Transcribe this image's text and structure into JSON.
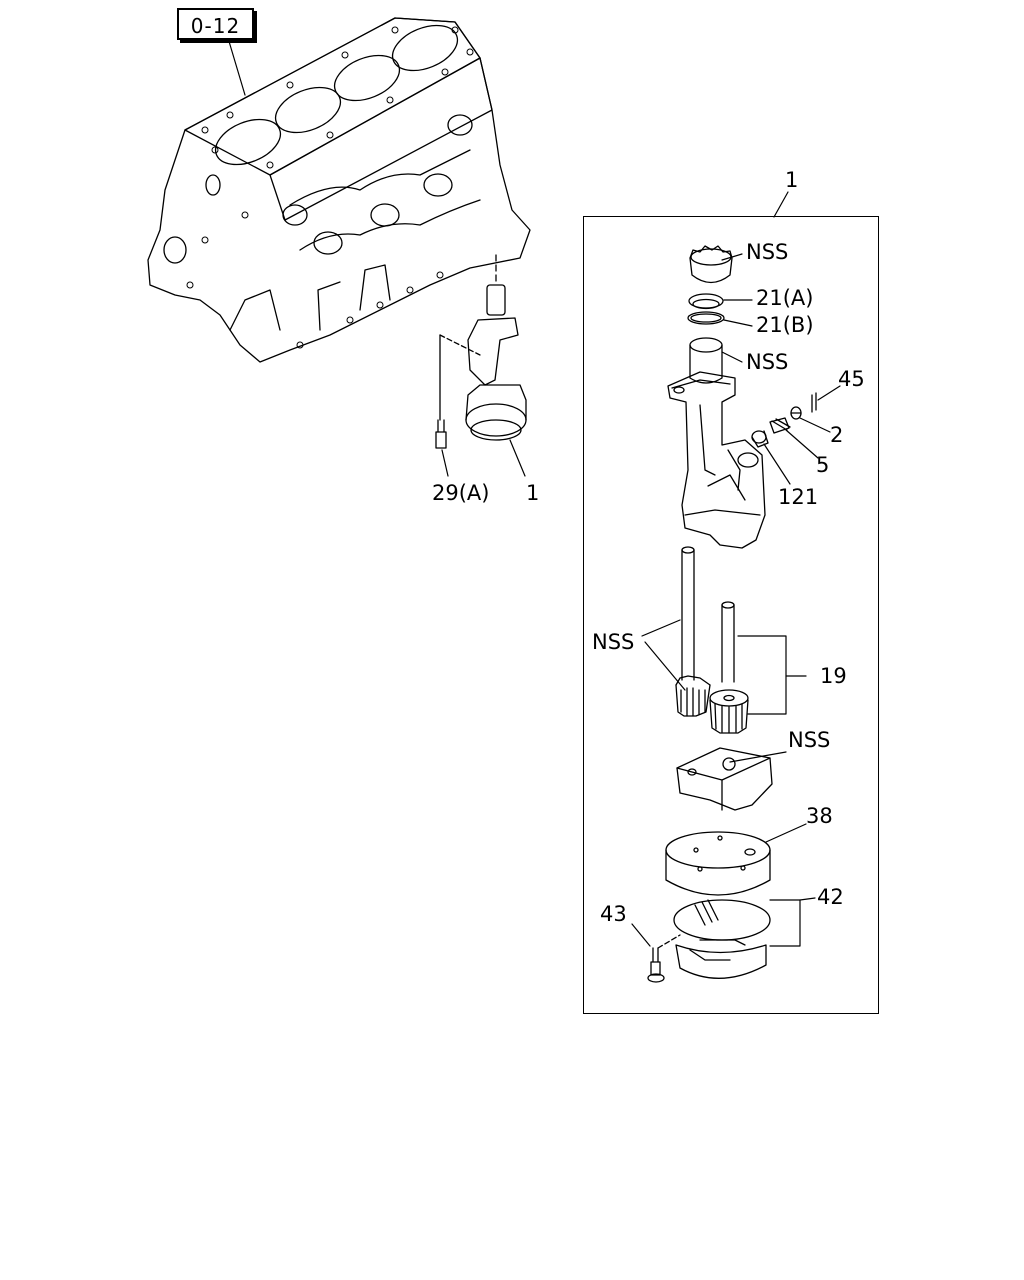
{
  "reference": {
    "label": "0-12"
  },
  "callouts": {
    "block_assembly": "1",
    "pump_assembly": "1",
    "bolt": "29(A)",
    "drive_gear_nss": "NSS",
    "ring_a": "21(A)",
    "ring_b": "21(B)",
    "bushing_nss": "NSS",
    "pin_45": "45",
    "plug_2": "2",
    "spring_5": "5",
    "valve_121": "121",
    "shaft_gear_nss": "NSS",
    "idler_gear_19": "19",
    "cover_nss": "NSS",
    "strainer_38": "38",
    "bolt_43": "43",
    "screen_42": "42"
  }
}
